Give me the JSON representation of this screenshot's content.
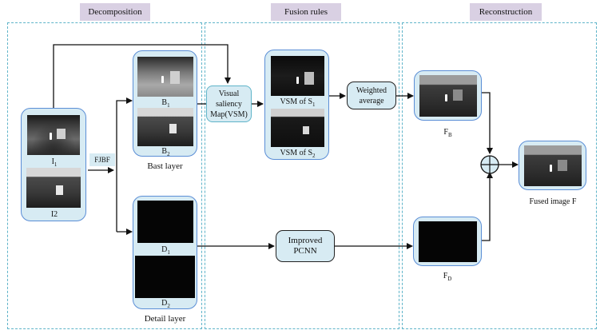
{
  "stages": {
    "decomposition": "Decomposition",
    "fusion_rules": "Fusion rules",
    "reconstruction": "Reconstruction"
  },
  "colors": {
    "stage_label_bg": "#d9d0e3",
    "stage_border": "#5fb4c9",
    "panel_bg": "#d7ebf3",
    "panel_border": "#5b8ed6",
    "arrow": "#111111"
  },
  "inputs": {
    "ir_caption": "I",
    "ir_sub": "1",
    "vis_caption": "I2"
  },
  "filter_label": "FJBF",
  "base_layer": {
    "b1": "B",
    "b1_sub": "1",
    "b2": "B",
    "b2_sub": "2",
    "title": "Bast layer"
  },
  "detail_layer": {
    "d1": "D",
    "d1_sub": "1",
    "d2": "D",
    "d2_sub": "2",
    "title": "Detail layer"
  },
  "vsm_node": {
    "line1": "Visual",
    "line2": "saliency",
    "line3": "Map(VSM)"
  },
  "vsm_maps": {
    "s1": "VSM of S",
    "s1_sub": "1",
    "s2": "VSM of S",
    "s2_sub": "2"
  },
  "weighted_node": {
    "line1": "Weighted",
    "line2": "average"
  },
  "pcnn_node": {
    "line1": "Improved",
    "line2": "PCNN"
  },
  "reconstruction": {
    "fb": "F",
    "fb_sub": "B",
    "fd": "F",
    "fd_sub": "D",
    "fused": "Fused image  F"
  },
  "icons": {
    "sum": "circled-plus"
  }
}
